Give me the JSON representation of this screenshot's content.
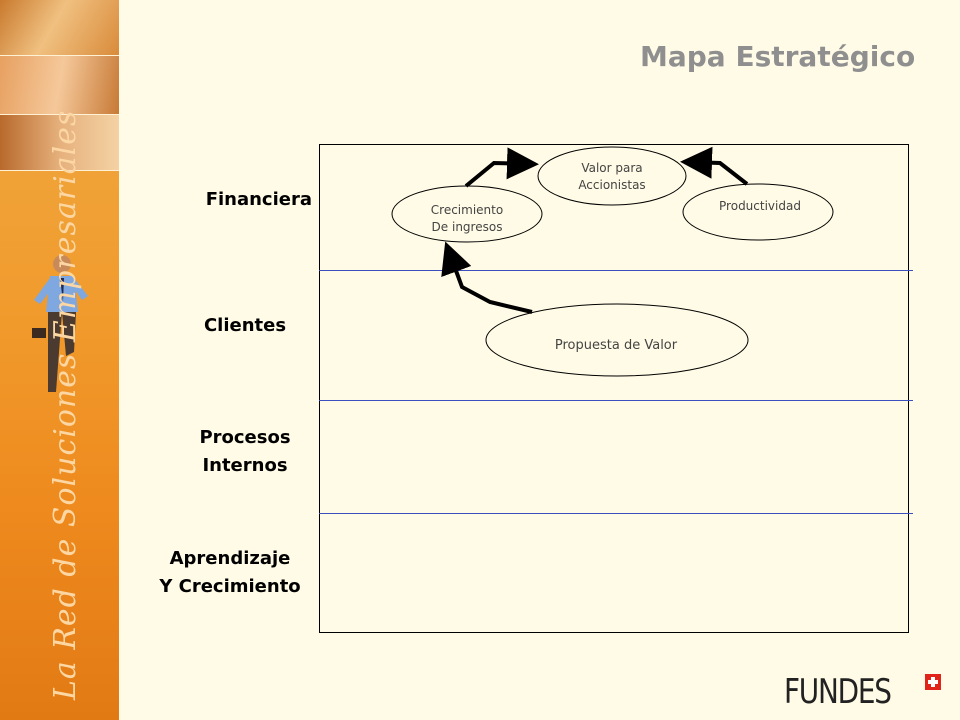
{
  "header": {
    "title": "Mapa Estratégico"
  },
  "sidebar": {
    "motto": "La Red de Soluciones Empresariales"
  },
  "perspectives": {
    "financial": [
      "Financiera"
    ],
    "customers": [
      "Clientes"
    ],
    "internal": [
      "Procesos",
      "Internos"
    ],
    "learning": [
      "Aprendizaje",
      "Y Crecimiento"
    ]
  },
  "objectives": {
    "shareholder_value": [
      "Valor para",
      "Accionistas"
    ],
    "revenue_growth": [
      "Crecimiento",
      "De ingresos"
    ],
    "productivity": [
      "Productividad"
    ],
    "value_proposition": [
      "Propuesta de Valor"
    ]
  },
  "footer": {
    "logo_text": "FUNDES"
  },
  "colors": {
    "sidebar": "#f19a2c",
    "title": "#8f8f8f",
    "row_divider": "#3b4fbf",
    "logo_cross": "#e2231a"
  }
}
